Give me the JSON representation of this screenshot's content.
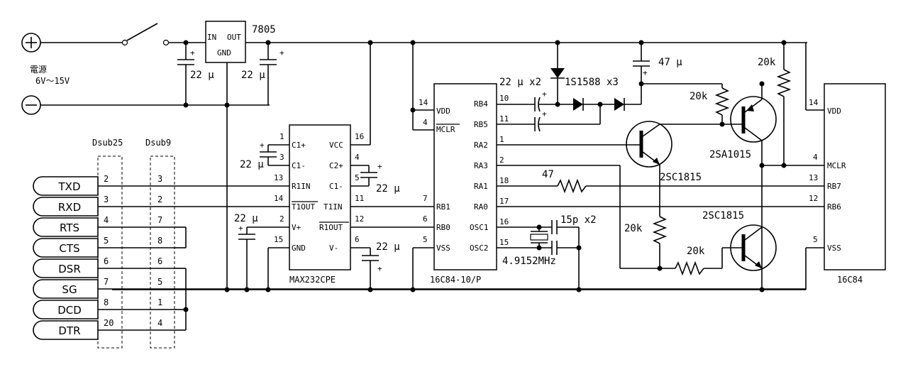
{
  "power": {
    "source_label": "電源",
    "voltage_range": "6V～15V",
    "regulator": {
      "name": "7805",
      "in_label": "IN",
      "out_label": "OUT",
      "gnd_label": "GND"
    },
    "cap_in": "22 μ",
    "cap_out": "22 μ",
    "polarity_plus": "+"
  },
  "connectors": {
    "dsub25_title": "Dsub25",
    "dsub9_title": "Dsub9",
    "signals": [
      "TXD",
      "RXD",
      "RTS",
      "CTS",
      "DSR",
      "SG",
      "DCD",
      "DTR"
    ],
    "dsub25_pins": [
      "2",
      "3",
      "4",
      "5",
      "6",
      "7",
      "8",
      "20"
    ],
    "dsub9_pins": [
      "3",
      "2",
      "7",
      "8",
      "6",
      "5",
      "1",
      "4"
    ]
  },
  "max232": {
    "name": "MAX232CPE",
    "left_labels": [
      "C1+",
      "C1-",
      "R1IN",
      "T1OUT",
      "V+",
      "GND"
    ],
    "left_pins": [
      "1",
      "3",
      "13",
      "14",
      "2",
      "15"
    ],
    "right_labels": [
      "VCC",
      "C2+",
      "C1-",
      "T1IN",
      "R1OUT",
      "V-"
    ],
    "right_pins": [
      "16",
      "4",
      "5",
      "11",
      "12",
      "6"
    ],
    "cap_c1": "22 μ",
    "cap_c2": "22 μ",
    "cap_vplus": "22 μ",
    "cap_vminus": "22 μ"
  },
  "pic1": {
    "name": "16C84-10/P",
    "left_labels": [
      "VDD",
      "MCLR",
      "RB1",
      "RB0",
      "VSS"
    ],
    "left_pins": [
      "14",
      "4",
      "7",
      "6",
      "5"
    ],
    "right_labels": [
      "RB4",
      "RB5",
      "RA2",
      "RA3",
      "RA1",
      "RA0",
      "OSC1",
      "OSC2"
    ],
    "right_pins": [
      "10",
      "11",
      "1",
      "2",
      "18",
      "17",
      "16",
      "15"
    ]
  },
  "pic2": {
    "name": "16C84",
    "labels": [
      "VDD",
      "MCLR",
      "RB7",
      "RB6",
      "VSS"
    ],
    "pins": [
      "14",
      "4",
      "13",
      "12",
      "5"
    ]
  },
  "components": {
    "cap_pump": "22 μ  x2",
    "diodes": "1S1588  x3",
    "cap_top": "47 μ",
    "r_20k_top": "20k",
    "r_20k_base": "20k",
    "r_20k_collector": "20k",
    "r_20k_bottom": "20k",
    "r_47": "47",
    "pnp": "2SA1015",
    "npn_top": "2SC1815",
    "npn_bottom": "2SC1815",
    "osc_cap": "15p  x2",
    "crystal": "4.9152MHz"
  }
}
